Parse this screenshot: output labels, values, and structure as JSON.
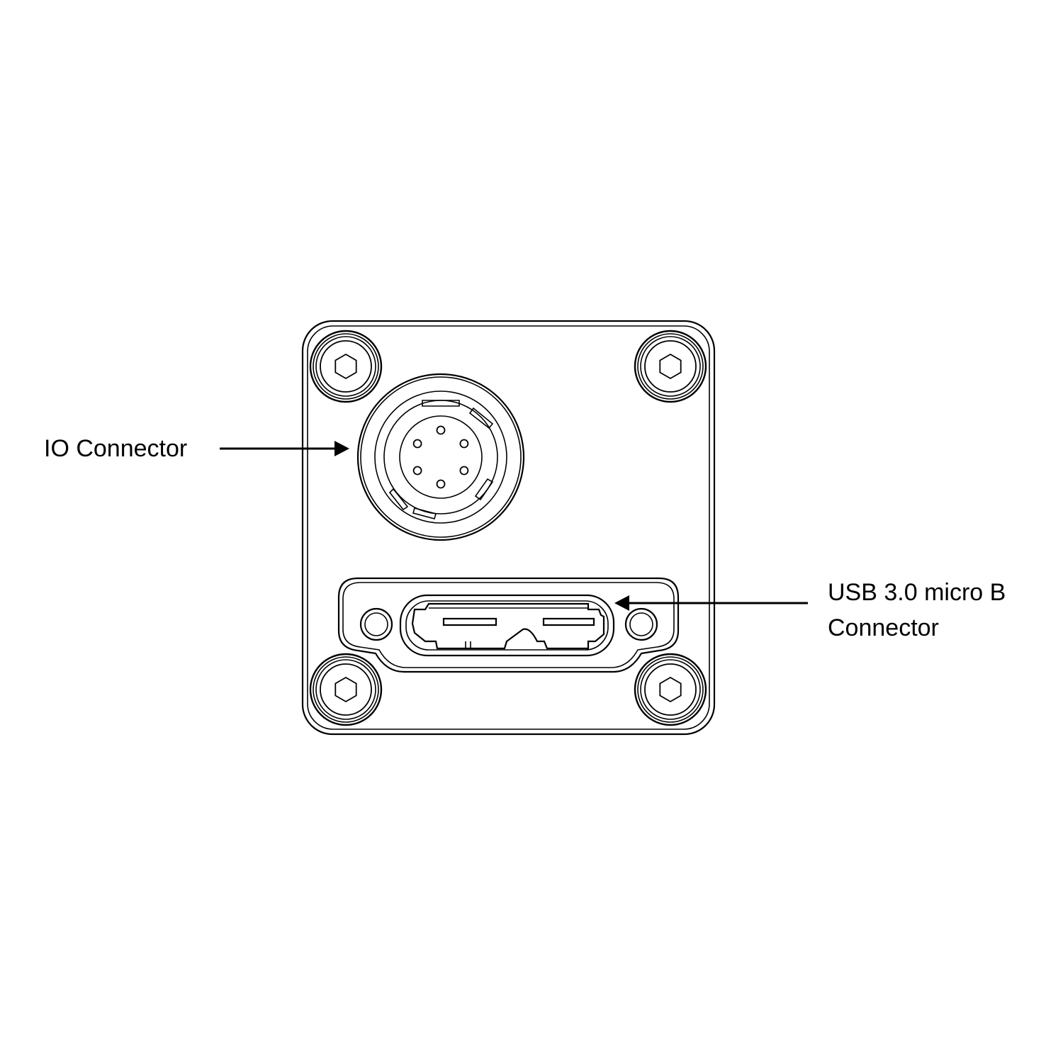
{
  "labels": {
    "io_connector": "IO Connector",
    "usb_line1": "USB 3.0 micro B",
    "usb_line2": "Connector"
  },
  "io_connector": {
    "pin_count": 6
  },
  "colors": {
    "line": "#000000",
    "background": "#ffffff"
  }
}
